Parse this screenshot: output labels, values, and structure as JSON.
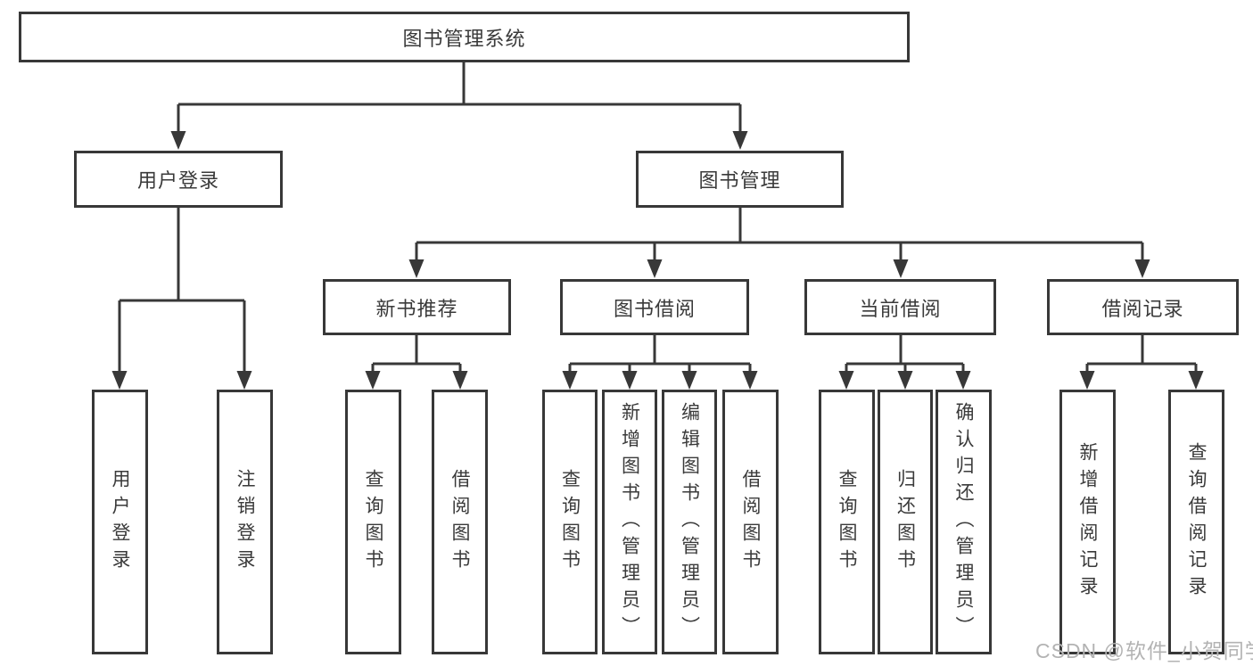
{
  "diagram": {
    "tree": {
      "root": {
        "label": "图书管理系统",
        "children": [
          {
            "label": "用户登录",
            "children": [
              {
                "label": "用户登录"
              },
              {
                "label": "注销登录"
              }
            ]
          },
          {
            "label": "图书管理",
            "children": [
              {
                "label": "新书推荐",
                "children": [
                  {
                    "label": "查询图书"
                  },
                  {
                    "label": "借阅图书"
                  }
                ]
              },
              {
                "label": "图书借阅",
                "children": [
                  {
                    "label": "查询图书"
                  },
                  {
                    "label": "新增图书（管理员）"
                  },
                  {
                    "label": "编辑图书（管理员）"
                  },
                  {
                    "label": "借阅图书"
                  }
                ]
              },
              {
                "label": "当前借阅",
                "children": [
                  {
                    "label": "查询图书"
                  },
                  {
                    "label": "归还图书"
                  },
                  {
                    "label": "确认归还（管理员）"
                  }
                ]
              },
              {
                "label": "借阅记录",
                "children": [
                  {
                    "label": "新增借阅记录"
                  },
                  {
                    "label": "查询借阅记录"
                  }
                ]
              }
            ]
          }
        ]
      }
    }
  },
  "watermark": {
    "text": "CSDN @软件_小贺同学"
  },
  "colors": {
    "line": "#383838",
    "text": "#3a3a3a",
    "watermark": "#b3b3b3",
    "background": "#ffffff"
  }
}
